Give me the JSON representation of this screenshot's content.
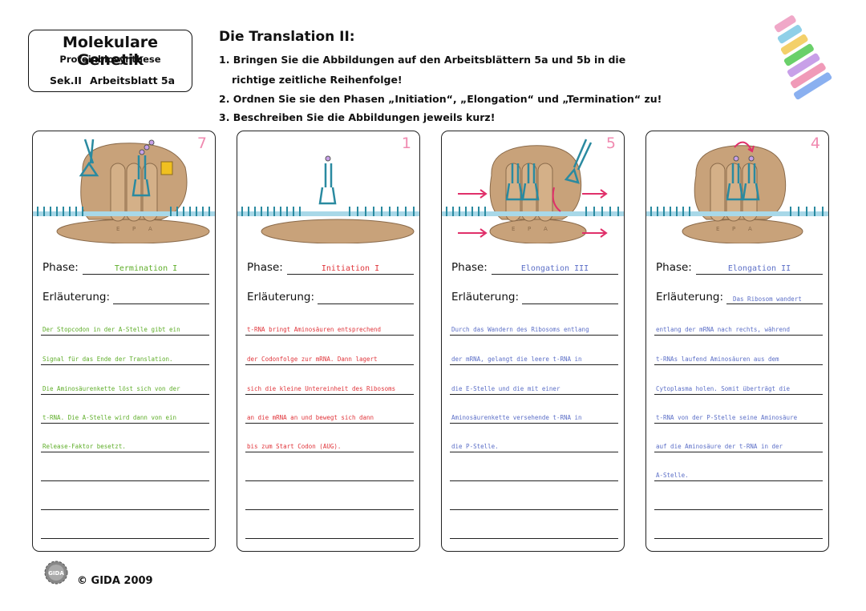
{
  "header": {
    "title": "Molekulare Genetik",
    "subtitle": "Proteinbiosynthese",
    "level": "Sek.II",
    "sheet": "Arbeitsblatt 5a"
  },
  "main": {
    "heading": "Die Translation II:",
    "tasks": [
      "1. Bringen Sie die Abbildungen auf den Arbeitsblättern 5a und 5b in die",
      "richtige zeitliche Reihenfolge!",
      "2. Ordnen Sie sie den Phasen „Initiation“, „Elongation“ und „Termination“ zu!",
      "3. Beschreiben Sie die Abbildungen jeweils kurz!"
    ]
  },
  "panels": [
    {
      "number": "7",
      "phase_label": "Phase:",
      "phase_value": "Termination I",
      "explanation_label": "Erläuterung:",
      "explanation_first": "",
      "lines": [
        "Der Stopcodon in der A-Stelle gibt ein",
        "Signal für das Ende der Translation.",
        "Die Aminosäurenkette löst sich von der",
        "t-RNA. Die A-Stelle wird dann von ein",
        "Release-Faktor besetzt.",
        "",
        "",
        ""
      ],
      "site_labels": [
        "E",
        "P",
        "A"
      ]
    },
    {
      "number": "1",
      "phase_label": "Phase:",
      "phase_value": "Initiation I",
      "explanation_label": "Erläuterung:",
      "explanation_first": "",
      "lines": [
        "t-RNA bringt Aminosäuren entsprechend",
        "der Codonfolge zur mRNA. Dann lagert",
        "sich die kleine Untereinheit des Ribosoms",
        "an die mRNA an und bewegt sich dann",
        "bis zum Start Codon (AUG).",
        "",
        "",
        ""
      ],
      "site_labels": []
    },
    {
      "number": "5",
      "phase_label": "Phase:",
      "phase_value": "Elongation III",
      "explanation_label": "Erläuterung:",
      "explanation_first": "",
      "lines": [
        "Durch das Wandern des Ribosoms entlang",
        "der mRNA, gelangt die leere t-RNA in",
        "die E-Stelle und die mit einer",
        "Aminosäurenkette versehende t-RNA in",
        "die P-Stelle.",
        "",
        "",
        ""
      ],
      "site_labels": [
        "E",
        "P",
        "A"
      ]
    },
    {
      "number": "4",
      "phase_label": "Phase:",
      "phase_value": "Elongation II",
      "explanation_label": "Erläuterung:",
      "explanation_first": "Das Ribosom wandert",
      "lines": [
        "entlang der mRNA nach rechts, während",
        "t-RNAs laufend Aminosäuren aus dem",
        "Cytoplasma holen. Somit überträgt die",
        "t-RNA von der P-Stelle seine Aminosäure",
        "auf die Aminosäure der t-RNA in der",
        "A-Stelle.",
        "",
        ""
      ],
      "site_labels": [
        "E",
        "P",
        "A"
      ]
    }
  ],
  "footer": {
    "logo_text": "GIDA",
    "copyright": "© GIDA 2009"
  },
  "colors": {
    "panel1_text": "#5fae2a",
    "panel2_text": "#e0353b",
    "panel3_text": "#5c6fc7",
    "panel4_text": "#5c6fc7",
    "number": "#f08ab0",
    "ribosome": "#c8a27a",
    "trna": "#2a8aa0",
    "arrow": "#e0306a"
  }
}
